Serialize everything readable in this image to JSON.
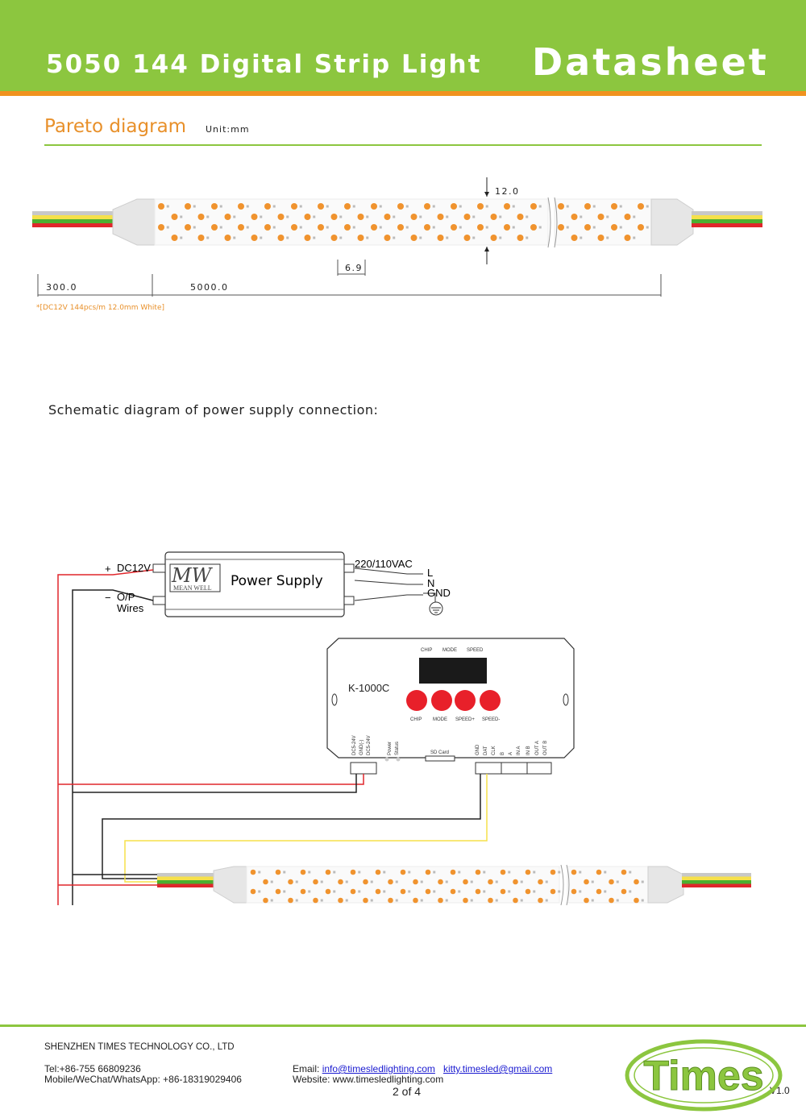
{
  "header": {
    "title": "5050 144 Digital Strip Light",
    "doc_type": "Datasheet"
  },
  "pareto": {
    "section_title": "Pareto diagram",
    "unit": "Unit:mm",
    "dim_width": "12.0",
    "dim_pitch": "6.9",
    "dim_lead": "300.0",
    "dim_length": "5000.0",
    "note": "*[DC12V 144pcs/m 12.0mm White]"
  },
  "schematic": {
    "title": "Schematic diagram of power supply connection:",
    "power_supply": {
      "label": "Power Supply",
      "brand_logo": "MW",
      "brand_name": "MEAN WELL",
      "dc_plus": "+",
      "dc_minus": "−",
      "dc_label": "DC12V",
      "op_label": "O/P",
      "wires_label": "Wires",
      "ac_label": "220/110VAC",
      "l": "L",
      "n": "N",
      "gnd": "GND"
    },
    "controller": {
      "model": "K-1000C",
      "display_labels": [
        "CHIP",
        "MODE",
        "SPEED"
      ],
      "button_labels": [
        "CHIP",
        "MODE",
        "SPEED+",
        "SPEED-"
      ],
      "power_terminals": [
        "DC5-24V",
        "GND(-)",
        "DC5-24V"
      ],
      "indicators": [
        "Power",
        "Status"
      ],
      "sd_card": "SD Card",
      "output_terminals": [
        "GND",
        "DAT",
        "CLK",
        "B",
        "A",
        "IN A",
        "IN B",
        "OUT A",
        "OUT B"
      ]
    }
  },
  "footer": {
    "company": "SHENZHEN TIMES TECHNOLOGY CO., LTD",
    "tel": "Tel:+86-755 66809236",
    "mobile": "Mobile/WeChat/WhatsApp: +86-18319029406",
    "email_label": "Email:",
    "email1": "info@timesledlighting.com",
    "email2": "kitty.timesled@gmail.com",
    "website": "Website: www.timesledlighting.com",
    "page": "2 of 4",
    "version": "V1.0",
    "logo_text": "Times"
  },
  "colors": {
    "brand_green": "#8cc63f",
    "accent_orange": "#f0921e",
    "led_orange": "#f0932e",
    "wire_red": "#e0262b",
    "wire_yellow": "#f6e14a",
    "wire_green": "#4caf30",
    "button_red": "#e8202a"
  }
}
